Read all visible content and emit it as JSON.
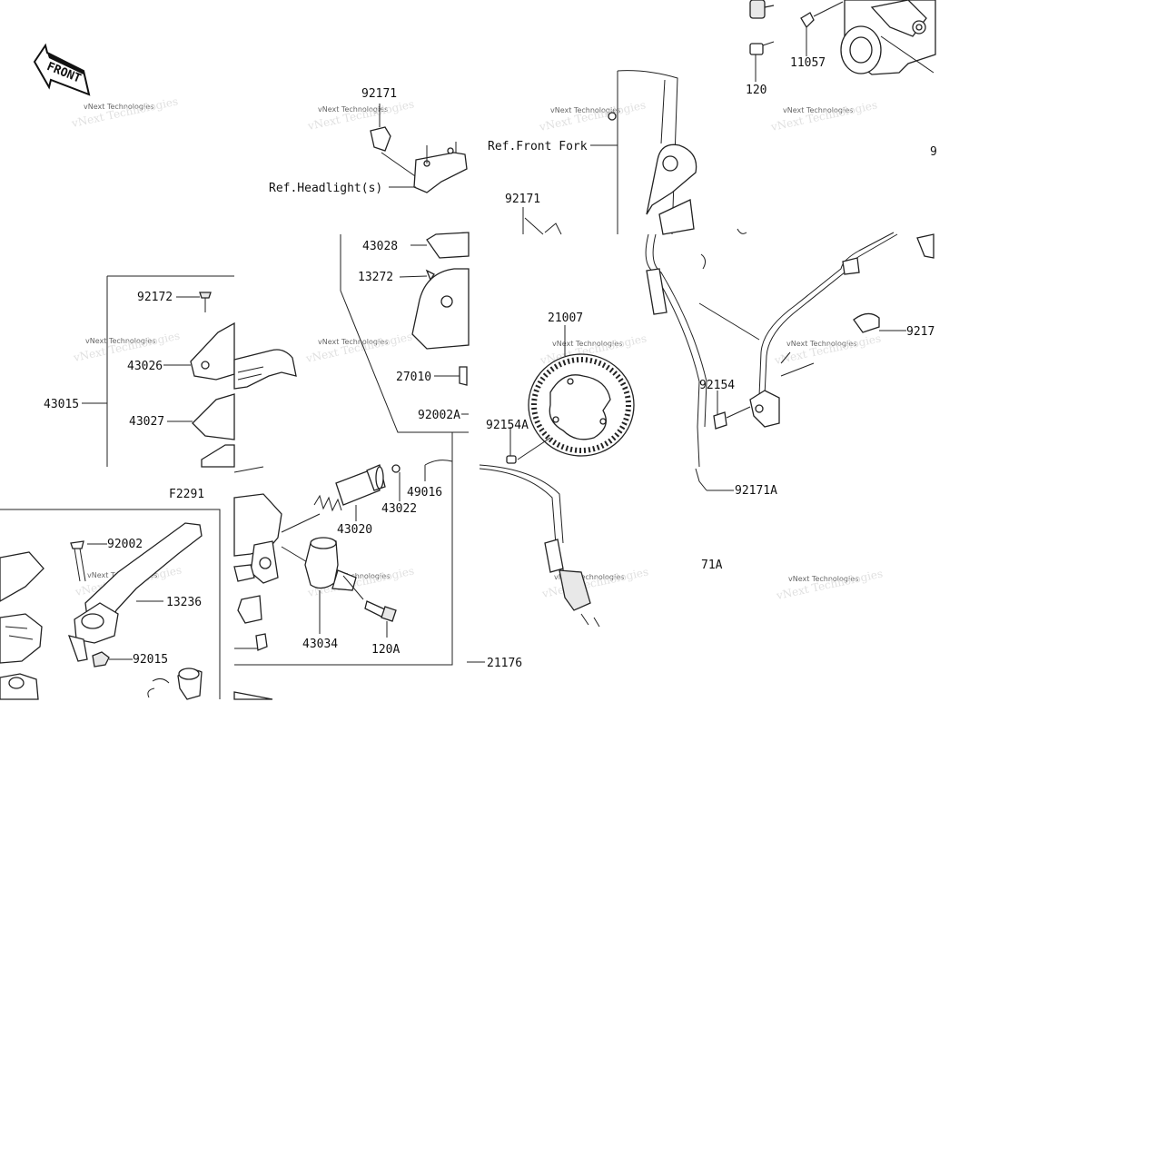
{
  "diagram": {
    "front_badge": "FRONT",
    "figure_code": "F2291",
    "watermark": "vNext Technologies",
    "refs": {
      "headlight": "Ref.Headlight(s)",
      "front_fork": "Ref.Front Fork"
    },
    "labels": {
      "p92171_top": "92171",
      "p11057": "11057",
      "p120": "120",
      "p9_edge": "9",
      "p92171_mid": "92171",
      "p43028": "43028",
      "p13272": "13272",
      "p27010": "27010",
      "p92002A": "92002A",
      "p21007": "21007",
      "p92172": "92172",
      "p43026": "43026",
      "p43015": "43015",
      "p43027": "43027",
      "p9217_edge": "9217",
      "p92154": "92154",
      "p92154A": "92154A",
      "p92171A": "92171A",
      "p71A_partial": "71A",
      "p49016": "49016",
      "p43022": "43022",
      "p43020": "43020",
      "p92002": "92002",
      "p13236": "13236",
      "p92015": "92015",
      "p43034": "43034",
      "p120A": "120A",
      "p21176": "21176"
    }
  }
}
